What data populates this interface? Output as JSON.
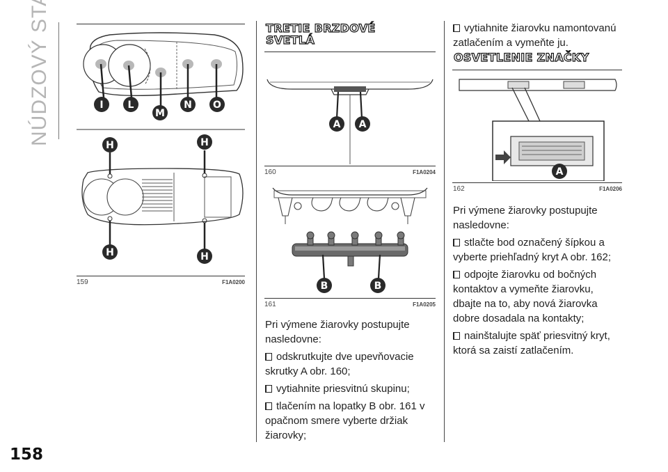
{
  "side_title": "NÚDZOVÝ STAV",
  "page_number": "158",
  "figures": {
    "f159": {
      "num": "159",
      "code": "F1A0200",
      "labels": [
        "I",
        "L",
        "M",
        "N",
        "O",
        "H",
        "H",
        "H",
        "H"
      ]
    },
    "f160": {
      "num": "160",
      "code": "F1A0204",
      "labels": [
        "A",
        "A"
      ]
    },
    "f161": {
      "num": "161",
      "code": "F1A0205",
      "labels": [
        "B",
        "B"
      ]
    },
    "f162": {
      "num": "162",
      "code": "F1A0206",
      "labels": [
        "A"
      ]
    }
  },
  "col2": {
    "heading_line1": "TRETIE BRZDOVÉ",
    "heading_line2": "SVETLÁ",
    "intro": "Pri výmene žiarovky postupujte nasledovne:",
    "bullets": [
      "odskrutkujte dve upevňovacie skrutky A obr. 160;",
      "vytiahnite priesvitnú skupinu;",
      "tlačením na lopatky B obr. 161 v opačnom smere vyberte držiak žiarovky;"
    ]
  },
  "col3": {
    "top_bullet": "vytiahnite žiarovku namontovanú zatlačením a vymeňte ju.",
    "heading": "OSVETLENIE ZNAČKY",
    "intro": "Pri výmene žiarovky postupujte nasledovne:",
    "bullets": [
      "stlačte bod označený šípkou a vyberte priehľadný kryt A obr. 162;",
      "odpojte žiarovku od bočných kontaktov a vymeňte žiarovku, dbajte na to, aby nová žiarovka dobre dosadala na kontakty;",
      "nainštalujte späť priesvitný kryt, ktorá sa zaistí zatlačením."
    ]
  }
}
